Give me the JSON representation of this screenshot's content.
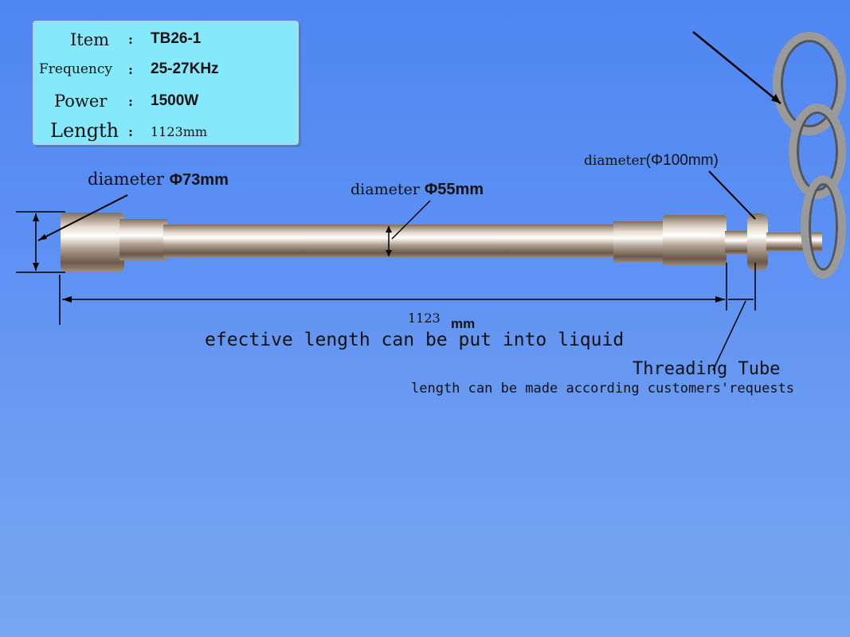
{
  "spec_box": {
    "rows": [
      {
        "label": "Item",
        "value": "TB26-1"
      },
      {
        "label": "Frequency",
        "value": "25-27KHz"
      },
      {
        "label": "Power",
        "value": "1500W"
      },
      {
        "label": "Length",
        "value": "1123mm"
      }
    ],
    "separator": ":"
  },
  "annotations": {
    "diameter_left": {
      "label": "diameter",
      "value": "Φ73mm"
    },
    "diameter_middle": {
      "label": "diameter",
      "value": "Φ55mm"
    },
    "diameter_right": {
      "label": "diameter",
      "value": "(Φ100mm)"
    },
    "length_value": "1123",
    "length_unit": "mm",
    "length_caption": "efective length can be put into liquid",
    "threading_tube": "Threading Tube",
    "threading_note": "length can be made according customers'requests"
  }
}
